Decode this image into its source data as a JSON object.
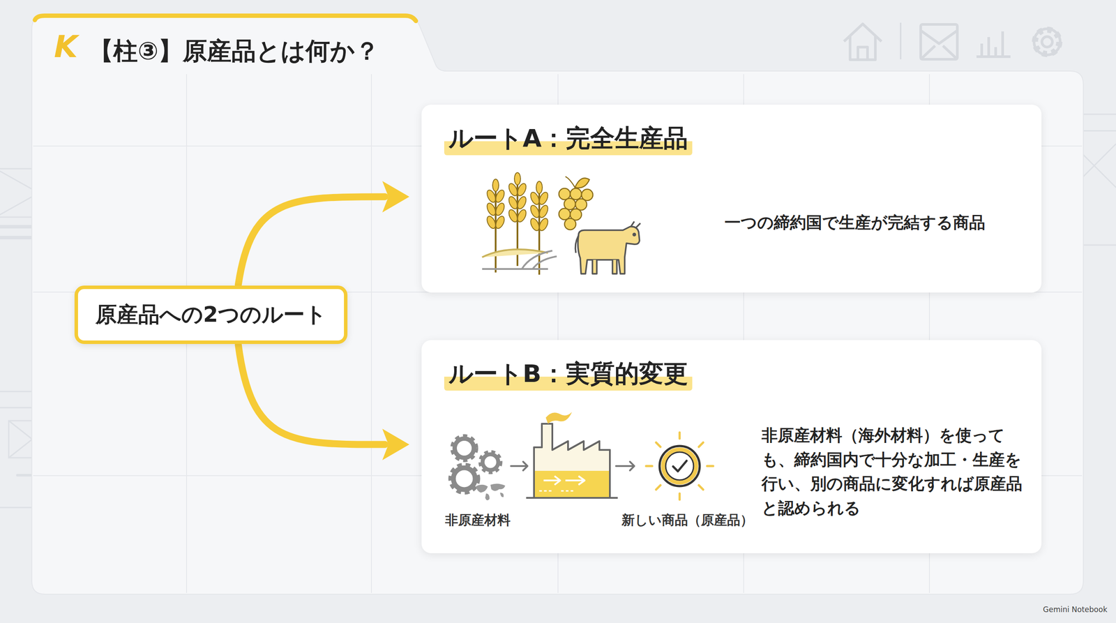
{
  "diagram": {
    "title": "【柱③】原産品とは何か？",
    "nodes": [
      {
        "text": [
          "原産品への2つのルート"
        ]
      },
      {
        "text": [
          "ルートA：完全生産品",
          "一つの締約国で生産が完結する商品"
        ]
      },
      {
        "text": [
          "ルートB：実質的変更",
          "非原産材料（海外材料）を使っても、締約国内で十分な加工・生産を行い、別の商品に変化すれば原産品と認められる"
        ]
      }
    ],
    "edges": [
      {
        "from": 0,
        "to": 1,
        "arrow": "to"
      },
      {
        "from": 0,
        "to": 2,
        "arrow": "to"
      }
    ],
    "labels": [
      "K",
      "非原産材料",
      "新しい商品（原産品）",
      "Gemini Notebook"
    ]
  }
}
